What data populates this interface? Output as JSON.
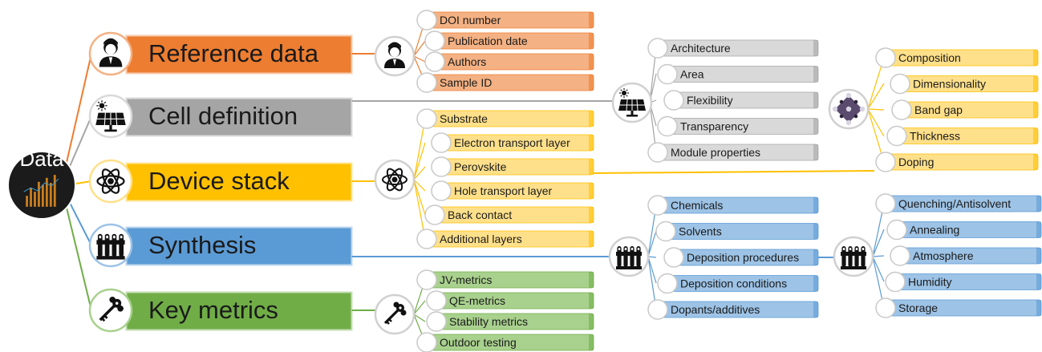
{
  "hub": {
    "label": "Data",
    "icon": "data-chart-icon"
  },
  "categories": [
    {
      "id": "reference",
      "label": "Reference data",
      "icon": "person-icon",
      "color": "#ED7D31",
      "light": "#F4B183",
      "items": [
        "DOI number",
        "Publication date",
        "Authors",
        "Sample ID"
      ]
    },
    {
      "id": "cell",
      "label": "Cell definition",
      "icon": "solar-panel-icon",
      "color": "#A5A5A5",
      "light": "#D9D9D9",
      "items": [
        "Architecture",
        "Area",
        "Flexibility",
        "Transparency",
        "Module properties"
      ]
    },
    {
      "id": "stack",
      "label": "Device stack",
      "icon": "atom-icon",
      "color": "#FFC000",
      "light": "#FFE08A",
      "items": [
        "Substrate",
        "Electron transport layer",
        "Perovskite",
        "Hole transport layer",
        "Back contact",
        "Additional layers"
      ],
      "sub": {
        "of": "Perovskite",
        "icon": "perovskite-crystal-icon",
        "items": [
          "Composition",
          "Dimensionality",
          "Band gap",
          "Thickness",
          "Doping"
        ]
      }
    },
    {
      "id": "synthesis",
      "label": "Synthesis",
      "icon": "test-tubes-icon",
      "color": "#5B9BD5",
      "light": "#9DC3E6",
      "items": [
        "Chemicals",
        "Solvents",
        "Deposition procedures",
        "Deposition conditions",
        "Dopants/additives"
      ],
      "sub": {
        "of": "Deposition procedures",
        "icon": "test-tubes-icon",
        "items": [
          "Quenching/Antisolvent",
          "Annealing",
          "Atmosphere",
          "Humidity",
          "Storage"
        ]
      }
    },
    {
      "id": "metrics",
      "label": "Key metrics",
      "icon": "keys-icon",
      "color": "#70AD47",
      "light": "#A9D18E",
      "items": [
        "JV-metrics",
        "QE-metrics",
        "Stability metrics",
        "Outdoor testing"
      ]
    }
  ]
}
